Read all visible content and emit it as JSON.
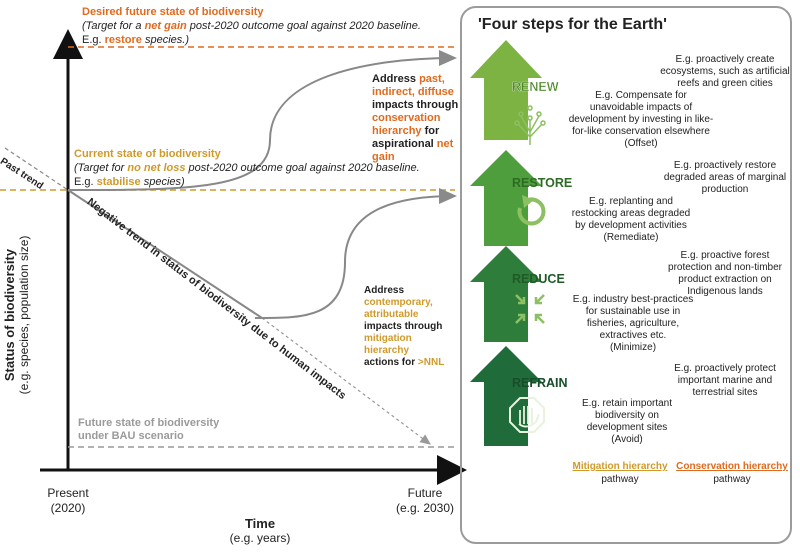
{
  "colors": {
    "orange": "#e06a1e",
    "gold": "#d09a2b",
    "grey_text": "#9a9a9a",
    "renew_green": "#7cb342",
    "restore_green": "#4e9e3d",
    "reduce_green": "#2f7d3a",
    "refrain_green": "#1f6b3a"
  },
  "left": {
    "desired": {
      "title": "Desired future state of biodiversity",
      "line1_pre": "(Target for a ",
      "line1_hl": "net gain",
      "line1_post": " post-2020 outcome goal against 2020 baseline.",
      "line2_pre": "E.g. ",
      "line2_hl": "restore",
      "line2_post": " species.)"
    },
    "current": {
      "title": "Current state of biodiversity",
      "line1_pre": "(Target for ",
      "line1_hl": "no net loss",
      "line1_post": " post-2020 outcome goal against 2020 baseline.",
      "line2_pre": "E.g. ",
      "line2_hl": "stabilise",
      "line2_post": " species)"
    },
    "past_trend": "Past trend",
    "negative_trend": "Negative trend in status of biodiversity due to human impacts",
    "bau_line1": "Future state of biodiversity",
    "bau_line2": "under BAU scenario",
    "address_top": {
      "l1_pre": "Address ",
      "l1_hl": "past,",
      "l2_hl": "indirect, diffuse",
      "l3": "impacts through",
      "l4_hl": "conservation",
      "l5_hl": "hierarchy",
      "l5_post": " for",
      "l6_pre": "aspirational ",
      "l6_hl": "net",
      "l7_hl": "gain"
    },
    "address_bottom": {
      "l1": "Address",
      "l2_hl": "contemporary,",
      "l3_hl": "attributable",
      "l4": "impacts through",
      "l5_hl": "mitigation",
      "l6_hl": "hierarchy",
      "l7_pre": "actions for ",
      "l7_hl": ">NNL"
    },
    "y_axis_line1": "Status of biodiversity",
    "y_axis_line2": "(e.g. species, population size)",
    "x_present_1": "Present",
    "x_present_2": "(2020)",
    "x_future_1": "Future",
    "x_future_2": "(e.g. 2030)",
    "x_title": "Time",
    "x_sub": "(e.g. years)"
  },
  "panel": {
    "title": "'Four steps for the Earth'",
    "steps": [
      {
        "label": "RENEW",
        "desc_lines": [
          "E.g. Compensate for",
          "unavoidable impacts of",
          "development by investing in like-",
          "for-like conservation elsewhere",
          "(Offset)"
        ],
        "example_lines": [
          "E.g. proactively create",
          "ecosystems, such as artificial",
          "reefs and green cities"
        ]
      },
      {
        "label": "RESTORE",
        "desc_lines": [
          "E.g. replanting and",
          "restocking areas degraded",
          "by development activities",
          "(Remediate)"
        ],
        "example_lines": [
          "E.g. proactively restore",
          "degraded areas of marginal",
          "production"
        ]
      },
      {
        "label": "REDUCE",
        "desc_lines": [
          "E.g. industry best-practices",
          "for sustainable use in",
          "fisheries, agriculture,",
          "extractives etc.",
          "(Minimize)"
        ],
        "example_lines": [
          "E.g. proactive forest",
          "protection and non-timber",
          "product extraction on",
          "Indigenous lands"
        ]
      },
      {
        "label": "REFRAIN",
        "desc_lines": [
          "E.g. retain important",
          "biodiversity on",
          "development sites",
          "(Avoid)"
        ],
        "example_lines": [
          "E.g. proactively protect",
          "important marine and",
          "terrestrial sites"
        ]
      }
    ],
    "mitigation_label": "Mitigation hierarchy",
    "mitigation_sub": "pathway",
    "conservation_label": "Conservation hierarchy",
    "conservation_sub": "pathway"
  }
}
